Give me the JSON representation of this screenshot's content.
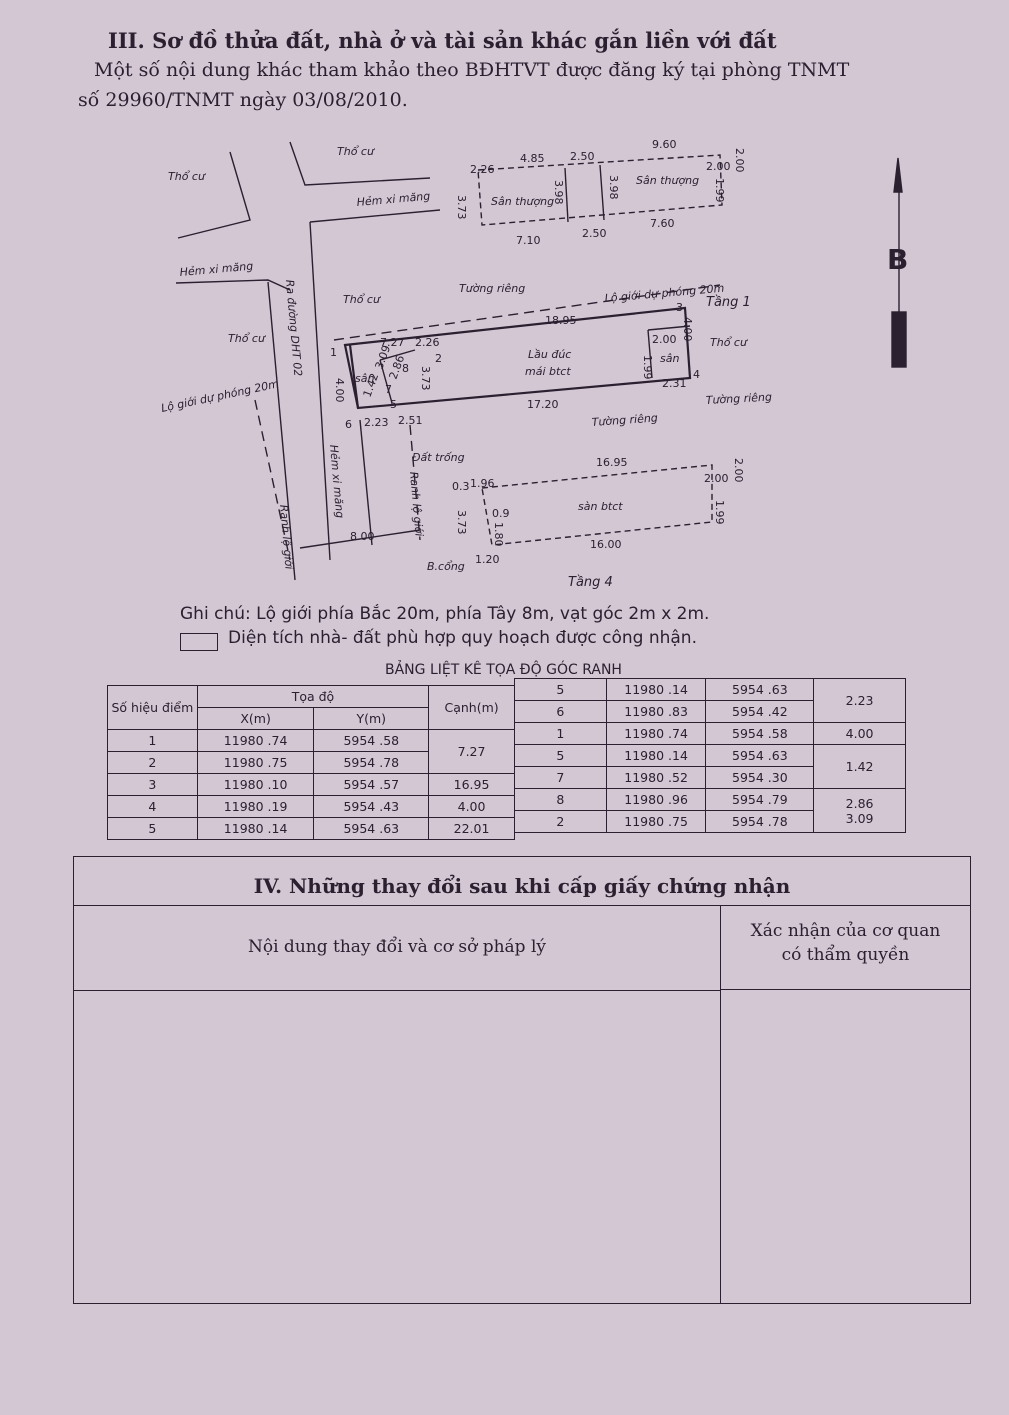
{
  "section3": {
    "title": "III. Sơ đồ thửa đất, nhà ở và tài sản khác gắn liền với đất",
    "intro_line1": "Một số nội dung khác tham khảo theo BĐHTVT được đăng ký tại phòng TNMT",
    "intro_line2": "số 29960/TNMT ngày 03/08/2010."
  },
  "sketch": {
    "labels": {
      "tho_cu_1": "Thổ cư",
      "tho_cu_2": "Thổ cư",
      "tho_cu_3": "Thổ cư",
      "tho_cu_4": "Thổ cư",
      "tho_cu_5": "Thổ cư",
      "hem_xi_mang_1": "Hẻm xi măng",
      "hem_xi_mang_2": "Hẻm xi măng",
      "hem_xi_mang_3": "Hẻm xi măng",
      "ra_duong": "Ra đường DHT 02",
      "lo_gioi_20m_left": "Lộ giới dự phóng 20m",
      "lo_gioi_20m_right": "Lộ giới dự phóng 20m",
      "tuong_rieng_1": "Tường riêng",
      "tuong_rieng_2": "Tường riêng",
      "tuong_rieng_3": "Tường riêng",
      "tang_1": "Tầng 1",
      "tang_4": "Tầng 4",
      "lau_duc": "Lầu đúc",
      "mai_btct": "mái btct",
      "san_1": "sân",
      "san_2": "sân",
      "san_thuong_1": "Sân thượng",
      "san_thuong_2": "Sân thượng",
      "san_btct": "sàn btct",
      "dat_trong": "Đất trống",
      "ranh_lo_gioi_1": "Ranh lộ giới",
      "ranh_lo_gioi_2": "Ranh lộ giới",
      "b_cong": "B.cổng",
      "north_mark": "B"
    },
    "points": [
      "1",
      "2",
      "3",
      "4",
      "5",
      "6",
      "7",
      "8"
    ],
    "dims": {
      "d_7_27": "7.27",
      "d_2_26a": "2.26",
      "d_18_95": "18.95",
      "d_2_00a": "2.00",
      "d_4_00a": "4.00",
      "d_1_99a": "1.99",
      "d_2_31": "2.31",
      "d_17_20": "17.20",
      "d_4_00b": "4.00",
      "d_2_23": "2.23",
      "d_2_51": "2.51",
      "d_3_73a": "3.73",
      "d_1_42": "1.42",
      "d_3_09": "3.09",
      "d_2_86": "2.86",
      "d_2_26b": "2.26",
      "d_4_85": "4.85",
      "d_2_50a": "2.50",
      "d_9_60": "9.60",
      "d_2_00b": "2.00",
      "d_2_00c": "2.00",
      "d_1_99b": "1.99",
      "d_3_73b": "3.73",
      "d_3_98a": "3.98",
      "d_3_98b": "3.98",
      "d_7_10": "7.10",
      "d_2_50b": "2.50",
      "d_7_60": "7.60",
      "d_16_95": "16.95",
      "d_2_00d": "2.00",
      "d_2_00e": "2.00",
      "d_1_99c": "1.99",
      "d_0_3": "0.3",
      "d_1_96": "1.96",
      "d_0_9": "0.9",
      "d_1_80": "1.80",
      "d_3_73c": "3.73",
      "d_1_20": "1.20",
      "d_16_00": "16.00",
      "d_8_00": "8.00"
    }
  },
  "notes": {
    "ghi_chu": "Ghi chú: Lộ giới phía Bắc 20m, phía Tây 8m, vạt góc 2m x 2m.",
    "dien_tich": "Diện tích nhà- đất phù hợp quy hoạch được công nhận."
  },
  "coord_table": {
    "caption": "BẢNG LIỆT KÊ TỌA ĐỘ GÓC RANH",
    "header": {
      "point": "Số hiệu điểm",
      "toa_do": "Tọa độ",
      "x": "X(m)",
      "y": "Y(m)",
      "canh": "Cạnh(m)"
    },
    "left_rows": [
      {
        "p": "1",
        "x": "11980  .74",
        "y": "5954  .58"
      },
      {
        "p": "2",
        "x": "11980  .75",
        "y": "5954  .78"
      },
      {
        "p": "3",
        "x": "11980  .10",
        "y": "5954  .57"
      },
      {
        "p": "4",
        "x": "11980  .19",
        "y": "5954  .43"
      },
      {
        "p": "5",
        "x": "11980  .14",
        "y": "5954  .63"
      }
    ],
    "left_edges": [
      "7.27",
      "16.95",
      "4.00",
      "22.01"
    ],
    "right_rows_a": [
      {
        "p": "5",
        "x": "11980  .14",
        "y": "5954  .63"
      },
      {
        "p": "6",
        "x": "11980  .83",
        "y": "5954  .42"
      },
      {
        "p": "1",
        "x": "11980  .74",
        "y": "5954  .58"
      }
    ],
    "right_edges_a": [
      "2.23",
      "4.00"
    ],
    "right_rows_b": [
      {
        "p": "5",
        "x": "11980  .14",
        "y": "5954  .63"
      },
      {
        "p": "7",
        "x": "11980  .52",
        "y": "5954  .30"
      },
      {
        "p": "8",
        "x": "11980  .96",
        "y": "5954  .79"
      },
      {
        "p": "2",
        "x": "11980  .75",
        "y": "5954  .78"
      }
    ],
    "right_edges_b": [
      "1.42",
      "2.86",
      "3.09"
    ]
  },
  "section4": {
    "title": "IV. Những thay đổi sau khi cấp giấy chứng nhận",
    "col_left": "Nội dung thay đổi và cơ sở pháp lý",
    "col_right_1": "Xác nhận của cơ quan",
    "col_right_2": "có thẩm quyền"
  }
}
